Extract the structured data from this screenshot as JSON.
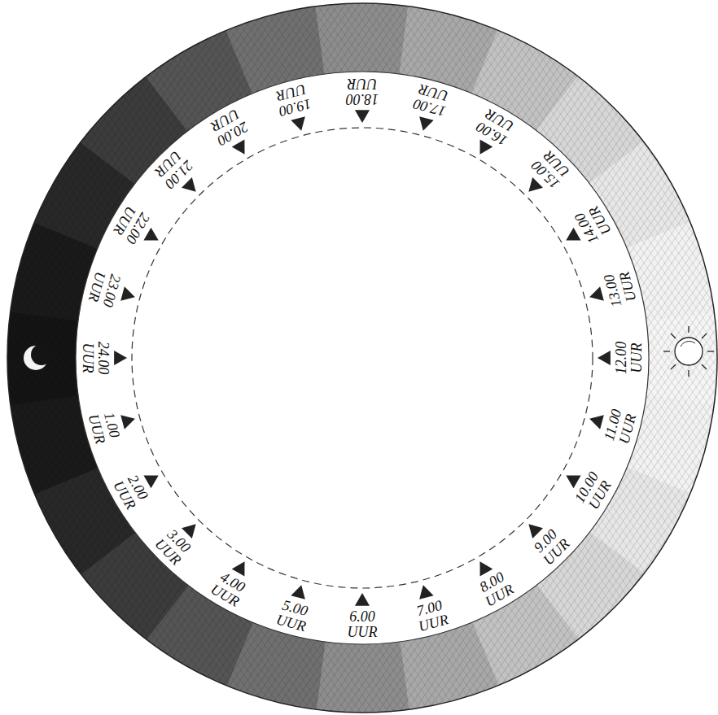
{
  "diagram": {
    "labels": [
      "1.00 UUR",
      "2.00 UUR",
      "3.00 UUR",
      "4.00 UUR",
      "5.00 UUR",
      "6.00 UUR",
      "7.00 UUR",
      "8.00 UUR",
      "9.00 UUR",
      "10.00 UUR",
      "11.00 UUR",
      "12.00 UUR",
      "13.00 UUR",
      "14.00 UUR",
      "15.00 UUR",
      "16.00 UUR",
      "17.00 UUR",
      "18.00 UUR",
      "19.00 UUR",
      "20.00 UUR",
      "21.00 UUR",
      "22.00 UUR",
      "23.00 UUR",
      "24.00 UUR"
    ]
  }
}
